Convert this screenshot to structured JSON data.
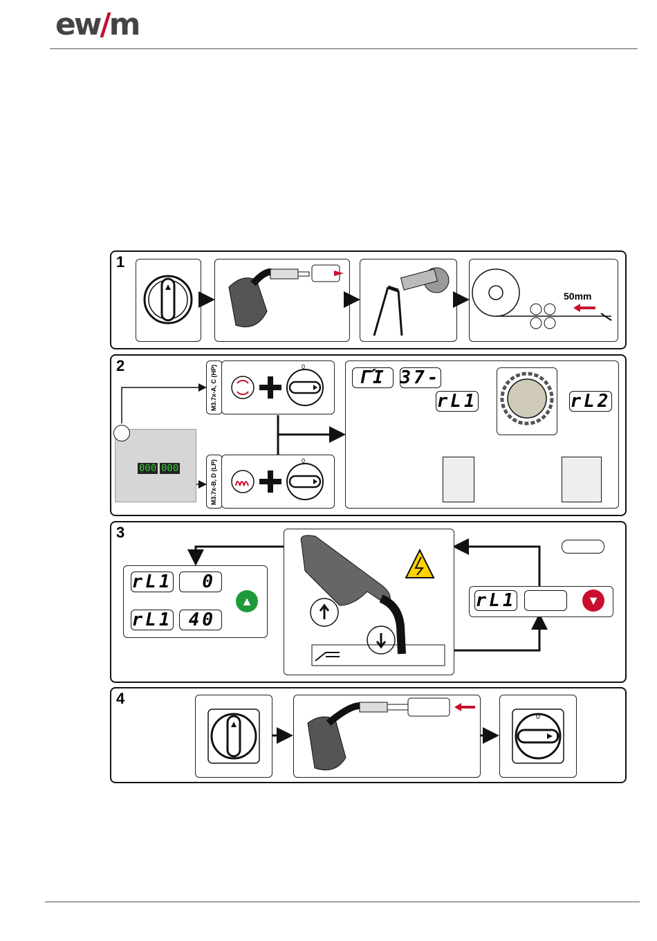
{
  "header": {
    "logo_main": "ew",
    "logo_slash": "/",
    "logo_end": "m"
  },
  "steps": [
    {
      "number": "1",
      "feed_length": "50mm"
    },
    {
      "number": "2",
      "label_hp": "M3.7x-A, C (HP)",
      "label_lp": "M3.7x-B, D (LP)",
      "panel_display_left": "000",
      "panel_display_right": "000",
      "display_m": "ΓΊ",
      "display_37": "37-",
      "display_rl1": "rL1",
      "display_rl2": "rL2",
      "switch_zero": "0",
      "switch_one": "I"
    },
    {
      "number": "3",
      "display_rl1_a": "rL1",
      "value_a": "0",
      "display_rl1_b": "rL1",
      "value_b": "40",
      "display_rl1_c": "rL1"
    },
    {
      "number": "4",
      "switch_zero": "0",
      "switch_one": "I"
    }
  ],
  "colors": {
    "accent_red": "#c8102e",
    "ok_green": "#1f9a3a",
    "warning_yellow": "#ffd200"
  }
}
